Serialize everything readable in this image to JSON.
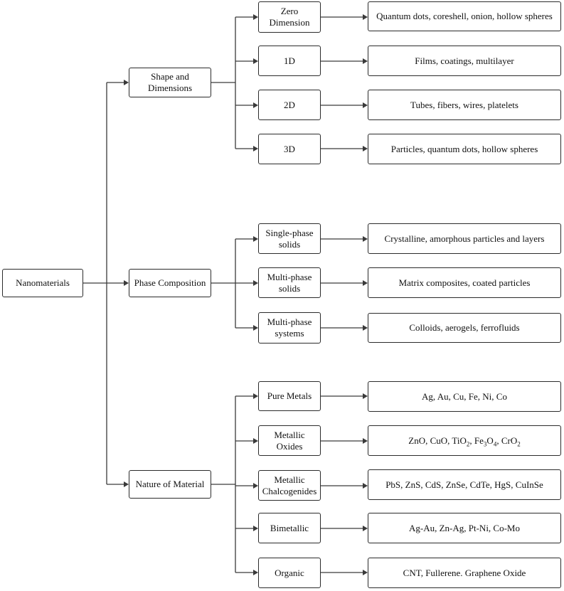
{
  "root": {
    "label": "Nanomaterials"
  },
  "categories": [
    {
      "label": "Shape and Dimensions",
      "subcategories": [
        {
          "label": "Zero Dimension",
          "examples": "Quantum dots, coreshell, onion, hollow spheres"
        },
        {
          "label": "1D",
          "examples": "Films, coatings, multilayer"
        },
        {
          "label": "2D",
          "examples": "Tubes, fibers, wires, platelets"
        },
        {
          "label": "3D",
          "examples": "Particles, quantum dots, hollow spheres"
        }
      ]
    },
    {
      "label": "Phase Composition",
      "subcategories": [
        {
          "label": "Single-phase solids",
          "examples": "Crystalline, amorphous particles and layers"
        },
        {
          "label": "Multi-phase solids",
          "examples": "Matrix composites, coated particles"
        },
        {
          "label": "Multi-phase systems",
          "examples": "Colloids, aerogels, ferrofluids"
        }
      ]
    },
    {
      "label": "Nature of Material",
      "subcategories": [
        {
          "label": "Pure Metals",
          "examples": "Ag, Au, Cu, Fe, Ni, Co"
        },
        {
          "label": "Metallic Oxides",
          "examples": "ZnO, CuO, TiO2, Fe3O4, CrO2"
        },
        {
          "label": "Metallic Chalcogenides",
          "examples": "PbS, ZnS, CdS, ZnSe, CdTe, HgS, CuInSe"
        },
        {
          "label": "Bimetallic",
          "examples": "Ag-Au, Zn-Ag, Pt-Ni, Co-Mo"
        },
        {
          "label": "Organic",
          "examples": "CNT, Fullerene. Graphene Oxide"
        }
      ]
    }
  ]
}
